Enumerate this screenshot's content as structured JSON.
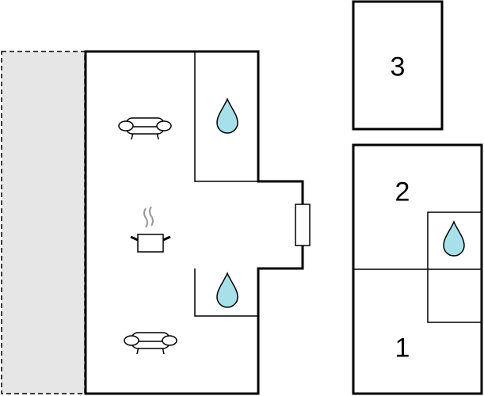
{
  "rooms": [
    {
      "label": "3"
    },
    {
      "label": "2"
    },
    {
      "label": "1"
    }
  ],
  "colors": {
    "wall": "#000000",
    "terrace": "#e6e6e6",
    "water": "#a8e0ea"
  },
  "icons": [
    "sofa-icon",
    "cooking-pot-icon",
    "water-drop-icon",
    "window-icon"
  ]
}
